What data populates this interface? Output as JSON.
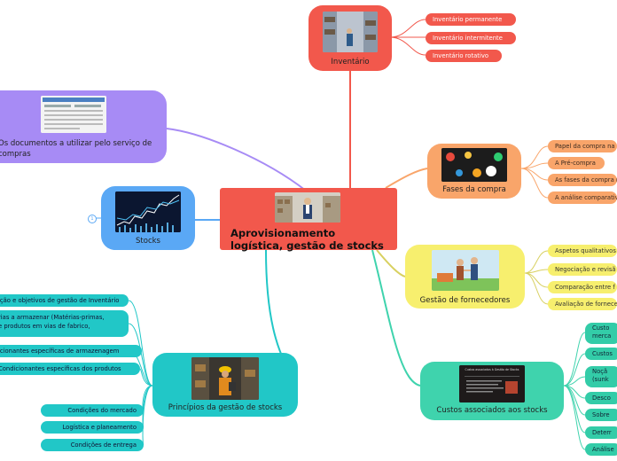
{
  "central": {
    "title_line1": "Aprovisionamento",
    "title_line2": "logística,  gestão de stocks"
  },
  "inventario": {
    "title": "Inventário",
    "items": [
      "Inventário permanente",
      "Inventário intermitente",
      "Inventário rotativo"
    ]
  },
  "documentos": {
    "title_line1": "Os documentos a utilizar pelo serviço de",
    "title_line2": "compras"
  },
  "stocks": {
    "title": "Stocks",
    "collapse_count": "1"
  },
  "fases": {
    "title": "Fases da compra",
    "items": [
      "Papel da compra na e",
      "A Pré-compra",
      "As fases da compra p",
      "A análise comparativ"
    ]
  },
  "fornecedores": {
    "title": "Gestão de fornecedores",
    "items": [
      "Aspetos qualitativos",
      "Negociação e revisã",
      "Comparação entre f",
      "Avaliação de fornece"
    ]
  },
  "custos": {
    "title": "Custos associados aos stocks",
    "thumb_title": "Custos associados à Gestão de Stocks",
    "items": [
      "Custo",
      "merca",
      "Custos",
      "Noçã",
      "(sunk",
      "Desco",
      "Sobre",
      "Deterr",
      "Análise"
    ]
  },
  "principios": {
    "title": "Princípios da gestão de stocks",
    "items": [
      "ição e objetivos de gestão de Inventário",
      "rias a armazenar (Matérias-primas,",
      "e produtos em vias de fabrico,",
      "icionantes específicas de armazenagem",
      "Condicionantes específicas dos produtos",
      "Condições do mercado",
      "Logística e planeamento",
      "Condições de entrega"
    ]
  },
  "colors": {
    "central": "#f2584c",
    "inventario": "#f2584c",
    "documentos": "#a78bf5",
    "stocks": "#5aa8f5",
    "fases": "#f9a56a",
    "fornecedores": "#f7ef6e",
    "custos": "#3fd3ad",
    "principios": "#21c7c7"
  }
}
